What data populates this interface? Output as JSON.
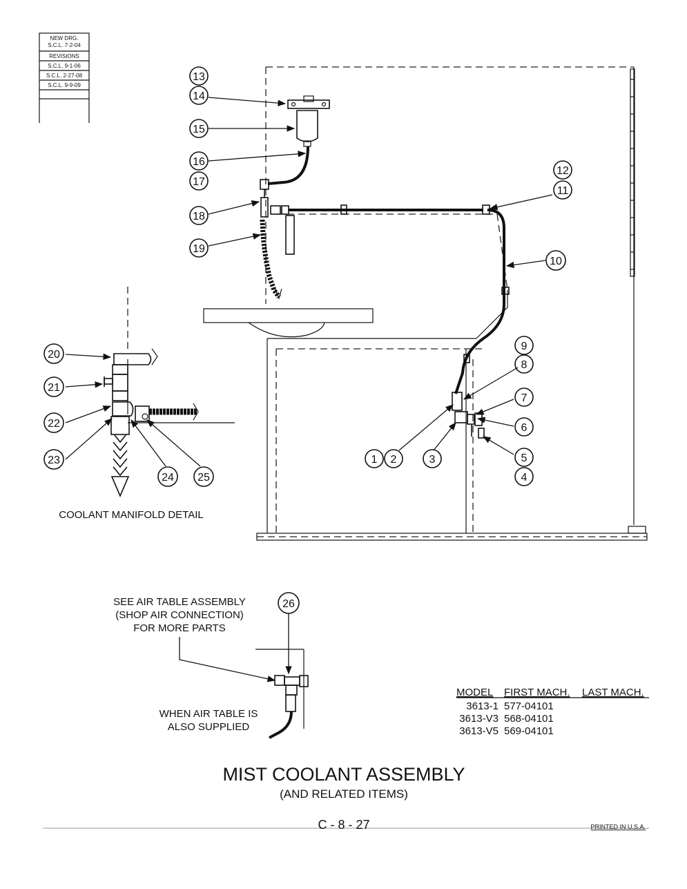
{
  "revision_block": {
    "new_drg_label": "NEW DRG.",
    "new_drg_value": "S.C.L. 7-2-04",
    "revisions_label": "REVISIONS",
    "revisions": [
      "S.C.L. 9-1-06",
      "S.C.L. 2-27-08",
      "S.C.L. 9-9-09"
    ]
  },
  "callouts": [
    "1",
    "2",
    "3",
    "4",
    "5",
    "6",
    "7",
    "8",
    "9",
    "10",
    "11",
    "12",
    "13",
    "14",
    "15",
    "16",
    "17",
    "18",
    "19",
    "20",
    "21",
    "22",
    "23",
    "24",
    "25",
    "26"
  ],
  "detail_label": "COOLANT MANIFOLD DETAIL",
  "air_table_note": [
    "SEE AIR TABLE ASSEMBLY",
    "(SHOP AIR CONNECTION)",
    "FOR MORE PARTS"
  ],
  "air_table_supplied_note": [
    "WHEN AIR TABLE IS",
    "ALSO SUPPLIED"
  ],
  "model_table": {
    "headers": [
      "MODEL",
      "FIRST MACH.",
      "LAST MACH."
    ],
    "rows": [
      [
        "3613-1",
        "577-04101",
        ""
      ],
      [
        "3613-V3",
        "568-04101",
        ""
      ],
      [
        "3613-V5",
        "569-04101",
        ""
      ]
    ]
  },
  "title": "MIST COOLANT ASSEMBLY",
  "subtitle": "(AND RELATED ITEMS)",
  "page_number": "C - 8 - 27",
  "printed_note": "PRINTED IN U.S.A."
}
